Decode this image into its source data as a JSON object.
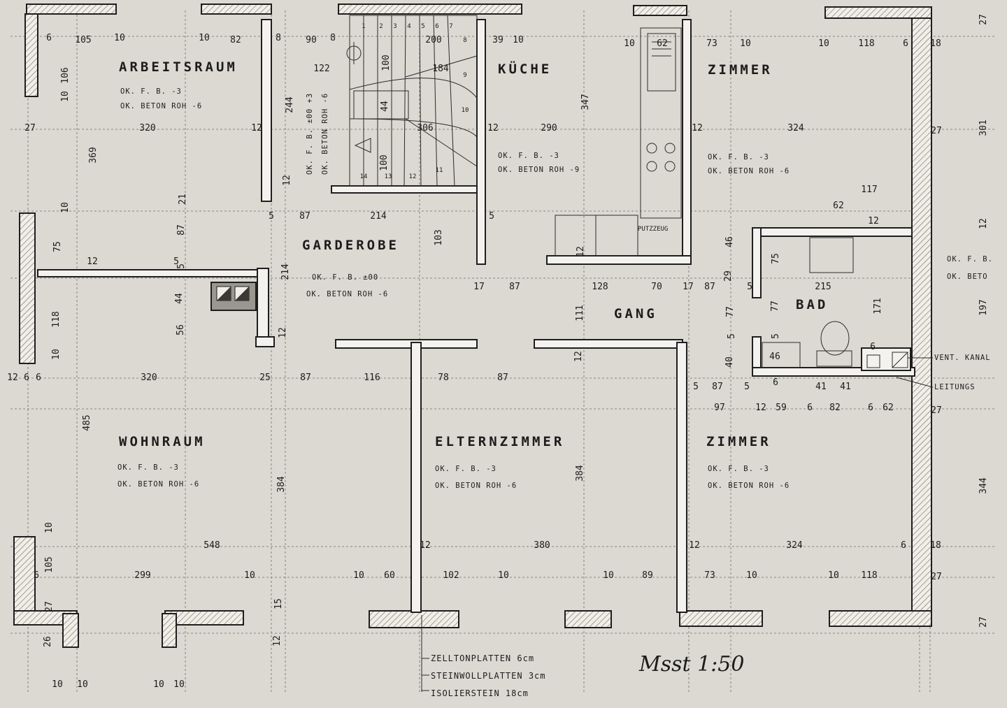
{
  "rooms": {
    "arbeitsraum": {
      "name": "ARBEITSRAUM",
      "spec1": "OK. F. B. -3",
      "spec2": "OK. BETON ROH -6"
    },
    "kueche": {
      "name": "KÜCHE",
      "spec1": "OK. F. B. -3",
      "spec2": "OK. BETON ROH -9"
    },
    "zimmer_top": {
      "name": "ZIMMER",
      "spec1": "OK. F. B. -3",
      "spec2": "OK. BETON ROH -6"
    },
    "garderobe": {
      "name": "GARDEROBE",
      "spec1": "OK. F. B. ±00",
      "spec2": "OK. BETON ROH -6"
    },
    "gang": {
      "name": "GANG"
    },
    "bad": {
      "name": "BAD"
    },
    "wohnraum": {
      "name": "WOHNRAUM",
      "spec1": "OK. F. B. -3",
      "spec2": "OK. BETON ROH -6"
    },
    "elternzimmer": {
      "name": "ELTERNZIMMER",
      "spec1": "OK. F. B. -3",
      "spec2": "OK. BETON ROH -6"
    },
    "zimmer_bottom": {
      "name": "ZIMMER",
      "spec1": "OK. F. B. -3",
      "spec2": "OK. BETON ROH -6"
    },
    "stair": {
      "spec1": "OK. F. B. ±00 +3",
      "spec2": "OK. BETON ROH -6"
    },
    "right_edge": {
      "spec1": "OK. F. B.",
      "spec2": "OK. BETO"
    }
  },
  "labels": {
    "putzzeug": "PUTZZEUG",
    "vent": "VENT. KANAL",
    "leitung": "LEITUNGS",
    "scale": "Msst 1:50"
  },
  "legend": [
    "ZELLTONPLATTEN 6cm",
    "STEINWOLLPLATTEN 3cm",
    "ISOLIERSTEIN 18cm"
  ],
  "stair_numbers": [
    "1",
    "2",
    "3",
    "4",
    "5",
    "6",
    "7",
    "8",
    "9",
    "10",
    "11",
    "12",
    "13",
    "14"
  ],
  "dims_h": [
    [
      "6",
      70,
      54
    ],
    [
      "105",
      119,
      57
    ],
    [
      "10",
      171,
      54
    ],
    [
      "10",
      292,
      54
    ],
    [
      "82",
      337,
      57
    ],
    [
      "8",
      398,
      54
    ],
    [
      "90",
      445,
      57
    ],
    [
      "8",
      476,
      54
    ],
    [
      "200",
      620,
      57
    ],
    [
      "39",
      712,
      57
    ],
    [
      "10",
      741,
      57
    ],
    [
      "10",
      900,
      62
    ],
    [
      "62",
      947,
      62
    ],
    [
      "73",
      1018,
      62
    ],
    [
      "10",
      1066,
      62
    ],
    [
      "10",
      1178,
      62
    ],
    [
      "118",
      1239,
      62
    ],
    [
      "6",
      1295,
      62
    ],
    [
      "18",
      1338,
      62
    ],
    [
      "122",
      460,
      98
    ],
    [
      "184",
      630,
      98
    ],
    [
      "320",
      211,
      183
    ],
    [
      "12",
      367,
      183
    ],
    [
      "306",
      608,
      183
    ],
    [
      "12",
      705,
      183
    ],
    [
      "290",
      785,
      183
    ],
    [
      "12",
      997,
      183
    ],
    [
      "324",
      1138,
      183
    ],
    [
      "27",
      43,
      183
    ],
    [
      "27",
      1339,
      187
    ],
    [
      "117",
      1243,
      271
    ],
    [
      "62",
      1199,
      294
    ],
    [
      "12",
      1249,
      316
    ],
    [
      "5",
      388,
      309
    ],
    [
      "87",
      436,
      309
    ],
    [
      "214",
      541,
      309
    ],
    [
      "5",
      703,
      309
    ],
    [
      "12",
      132,
      374
    ],
    [
      "5",
      252,
      374
    ],
    [
      "17",
      685,
      410
    ],
    [
      "87",
      736,
      410
    ],
    [
      "128",
      858,
      410
    ],
    [
      "70",
      939,
      410
    ],
    [
      "17",
      984,
      410
    ],
    [
      "87",
      1015,
      410
    ],
    [
      "5",
      1072,
      410
    ],
    [
      "215",
      1177,
      410
    ],
    [
      "6",
      1248,
      496
    ],
    [
      "46",
      1108,
      510
    ],
    [
      "6",
      1109,
      547
    ],
    [
      "12",
      18,
      540
    ],
    [
      "6",
      38,
      540
    ],
    [
      "6",
      55,
      540
    ],
    [
      "320",
      213,
      540
    ],
    [
      "25",
      379,
      540
    ],
    [
      "87",
      437,
      540
    ],
    [
      "116",
      532,
      540
    ],
    [
      "78",
      634,
      540
    ],
    [
      "87",
      719,
      540
    ],
    [
      "5",
      995,
      553
    ],
    [
      "87",
      1026,
      553
    ],
    [
      "5",
      1068,
      553
    ],
    [
      "41",
      1174,
      553
    ],
    [
      "41",
      1209,
      553
    ],
    [
      "97",
      1029,
      583
    ],
    [
      "12",
      1088,
      583
    ],
    [
      "59",
      1117,
      583
    ],
    [
      "6",
      1158,
      583
    ],
    [
      "82",
      1194,
      583
    ],
    [
      "6",
      1245,
      583
    ],
    [
      "62",
      1270,
      583
    ],
    [
      "27",
      1339,
      587
    ],
    [
      "12",
      608,
      780
    ],
    [
      "380",
      775,
      780
    ],
    [
      "12",
      993,
      780
    ],
    [
      "324",
      1136,
      780
    ],
    [
      "6",
      1292,
      780
    ],
    [
      "18",
      1338,
      780
    ],
    [
      "548",
      303,
      780
    ],
    [
      "299",
      204,
      823
    ],
    [
      "10",
      357,
      823
    ],
    [
      "10",
      513,
      823
    ],
    [
      "60",
      557,
      823
    ],
    [
      "102",
      645,
      823
    ],
    [
      "10",
      720,
      823
    ],
    [
      "10",
      870,
      823
    ],
    [
      "89",
      926,
      823
    ],
    [
      "73",
      1015,
      823
    ],
    [
      "10",
      1075,
      823
    ],
    [
      "10",
      1192,
      823
    ],
    [
      "118",
      1243,
      823
    ],
    [
      "27",
      1339,
      825
    ],
    [
      "6",
      52,
      823
    ],
    [
      "10",
      82,
      979
    ],
    [
      "10",
      118,
      979
    ],
    [
      "10",
      227,
      979
    ],
    [
      "10",
      256,
      979
    ]
  ],
  "dims_v": [
    [
      "106",
      93,
      108
    ],
    [
      "10",
      93,
      138
    ],
    [
      "10",
      93,
      297
    ],
    [
      "75",
      82,
      353
    ],
    [
      "118",
      80,
      457
    ],
    [
      "10",
      80,
      507
    ],
    [
      "10",
      70,
      755
    ],
    [
      "105",
      70,
      808
    ],
    [
      "27",
      70,
      868
    ],
    [
      "26",
      68,
      918
    ],
    [
      "369",
      133,
      222
    ],
    [
      "21",
      261,
      285
    ],
    [
      "87",
      259,
      329
    ],
    [
      "5",
      259,
      381
    ],
    [
      "44",
      256,
      427
    ],
    [
      "56",
      258,
      472
    ],
    [
      "244",
      414,
      150
    ],
    [
      "12",
      410,
      258
    ],
    [
      "214",
      408,
      389
    ],
    [
      "12",
      404,
      476
    ],
    [
      "15",
      398,
      864
    ],
    [
      "12",
      396,
      917
    ],
    [
      "100",
      552,
      90
    ],
    [
      "44",
      550,
      152
    ],
    [
      "100",
      549,
      233
    ],
    [
      "103",
      627,
      340
    ],
    [
      "347",
      837,
      146
    ],
    [
      "12",
      830,
      360
    ],
    [
      "111",
      829,
      448
    ],
    [
      "12",
      827,
      510
    ],
    [
      "384",
      829,
      677
    ],
    [
      "384",
      402,
      693
    ],
    [
      "485",
      124,
      605
    ],
    [
      "46",
      1043,
      346
    ],
    [
      "29",
      1041,
      395
    ],
    [
      "77",
      1044,
      446
    ],
    [
      "5",
      1046,
      481
    ],
    [
      "40",
      1043,
      518
    ],
    [
      "75",
      1109,
      370
    ],
    [
      "77",
      1108,
      438
    ],
    [
      "5",
      1109,
      481
    ],
    [
      "171",
      1255,
      438
    ],
    [
      "301",
      1406,
      183
    ],
    [
      "12",
      1406,
      320
    ],
    [
      "197",
      1406,
      440
    ],
    [
      "344",
      1406,
      695
    ],
    [
      "27",
      1406,
      890
    ],
    [
      "27",
      1406,
      28
    ]
  ]
}
